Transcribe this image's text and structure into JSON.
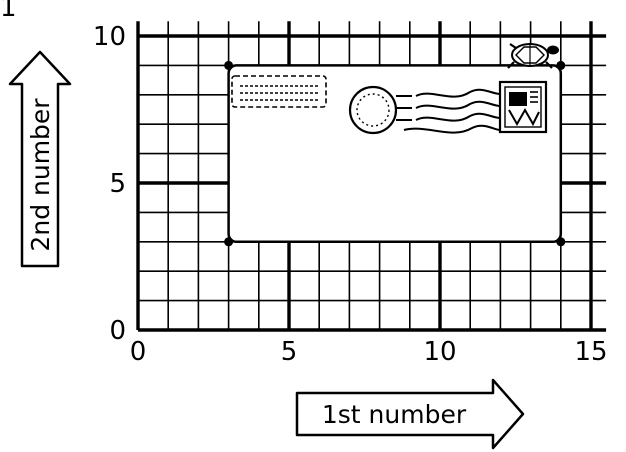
{
  "x_axis": {
    "label": "1st number",
    "ticks": [
      0,
      5,
      10,
      15
    ],
    "min": 0,
    "max": 15.5
  },
  "y_axis": {
    "label": "2nd number",
    "ticks": [
      0,
      5,
      10
    ],
    "min": 0,
    "max": 10.5
  },
  "grid": {
    "step": 1,
    "major_every": 5
  },
  "envelope": {
    "corners": [
      [
        3,
        3
      ],
      [
        14,
        3
      ],
      [
        14,
        9
      ],
      [
        3,
        9
      ]
    ],
    "address_box": "dashed",
    "postmark": "circle-with-wavy-lines",
    "stamp": "striped-square",
    "turtle": true
  },
  "colors": {
    "ink": "#000000",
    "paper": "#ffffff"
  },
  "top_left_mark": "1"
}
